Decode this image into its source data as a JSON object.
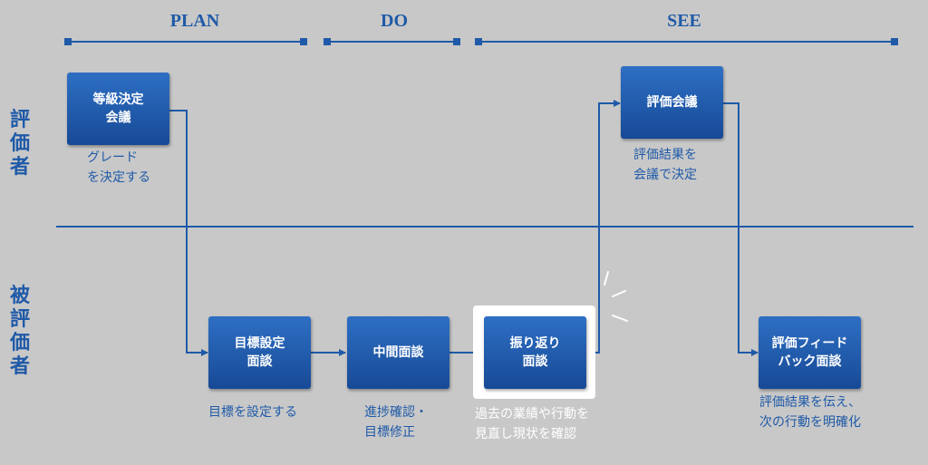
{
  "phases": {
    "plan": "PLAN",
    "do": "DO",
    "see": "SEE"
  },
  "rows": {
    "evaluator": "評\n価\n者",
    "evaluatee": "被\n評\n価\n者"
  },
  "boxes": {
    "grade": "等級決定\n会議",
    "goal": "目標設定\n面談",
    "midterm": "中間面談",
    "review": "振り返り\n面談",
    "eval_meeting": "評価会議",
    "feedback": "評価フィード\nバック面談"
  },
  "captions": {
    "grade": "グレード\nを決定する",
    "goal": "目標を設定する",
    "midterm": "進捗確認・\n目標修正",
    "review": "過去の業績や行動を\n見直し現状を確認",
    "eval_meeting": "評価結果を\n会議で決定",
    "feedback": "評価結果を伝え、\n次の行動を明確化"
  },
  "colors": {
    "accent": "#1f5aa8",
    "background": "#c8c8c8",
    "box": "#1f5aa8"
  }
}
